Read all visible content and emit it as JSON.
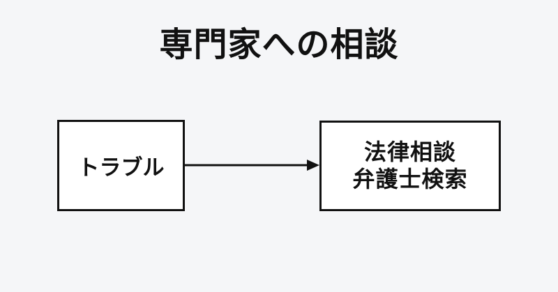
{
  "title": "専門家への相談",
  "diagram": {
    "left_box": {
      "label": "トラブル"
    },
    "right_box": {
      "line1": "法律相談",
      "line2": "弁護士検索"
    }
  },
  "colors": {
    "background": "#f5f6f8",
    "box_fill": "#ffffff",
    "box_border": "#111111",
    "text": "#111111",
    "arrow": "#111111"
  }
}
